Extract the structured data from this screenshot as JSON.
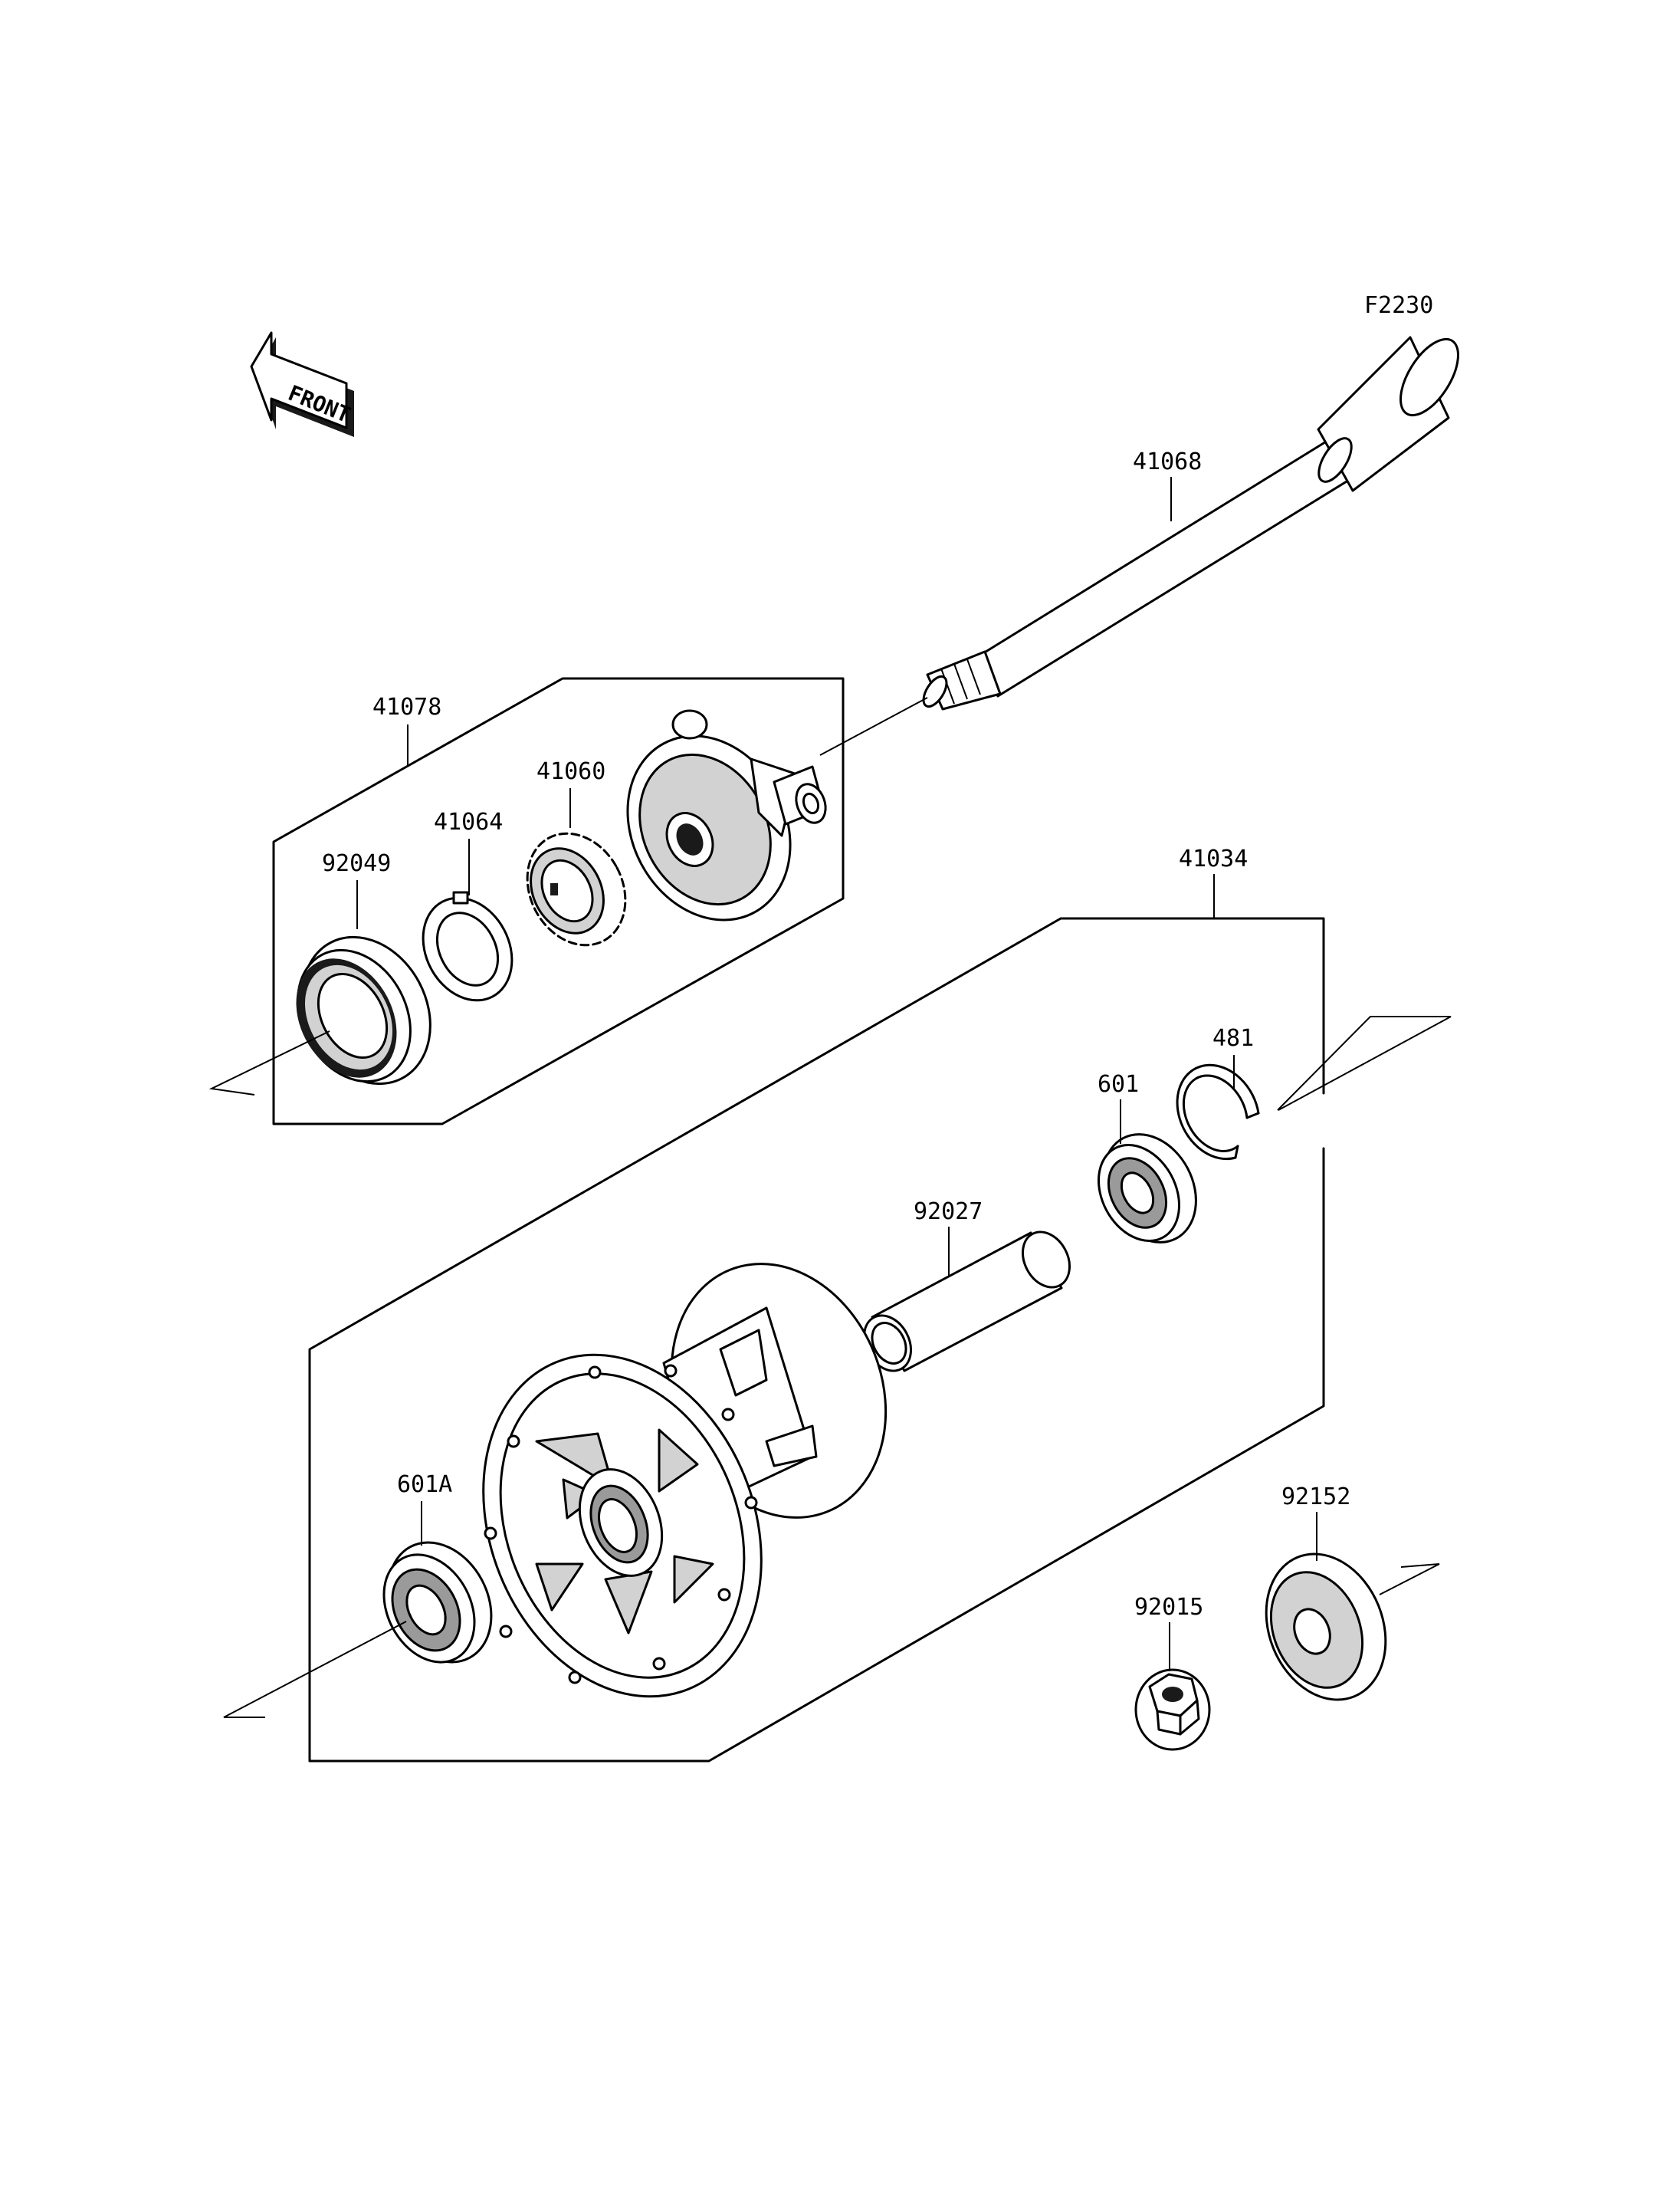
{
  "diagram_code": "F2230",
  "front_label": "FRONT",
  "parts": {
    "axle": "41068",
    "gearbox_assy": "41078",
    "gear": "41060",
    "washer_plate": "41064",
    "oil_seal": "92049",
    "hub_assy": "41034",
    "circlip": "481",
    "bearing_right": "601",
    "spacer_tube": "92027",
    "bearing_left": "601A",
    "collar": "92152",
    "nut": "92015"
  },
  "colors": {
    "line": "#000000",
    "background": "#ffffff"
  }
}
